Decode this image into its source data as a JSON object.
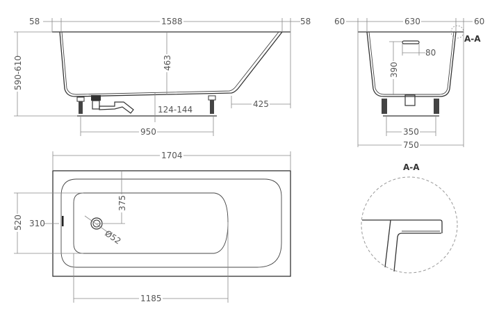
{
  "drawing": {
    "subject": "Bathtub technical drawing",
    "side_view": {
      "dims": {
        "left_rim": "58",
        "length_inner": "1588",
        "right_rim": "58",
        "height": "590-610",
        "depth": "463",
        "leg_height": "124-144",
        "leg_span": "950",
        "slope_offset": "425"
      }
    },
    "end_view": {
      "dims": {
        "left_rim": "60",
        "width_inner": "630",
        "right_rim": "60",
        "section_ref": "A-A",
        "overflow_width": "80",
        "overflow_height": "390",
        "leg_span": "350",
        "total_width": "750"
      }
    },
    "top_view": {
      "dims": {
        "total_length": "1704",
        "drain_from_edge": "375",
        "inner_width": "520",
        "drain_from_end": "310",
        "drain_diameter": "Ø52",
        "inner_length": "1185"
      }
    },
    "detail": {
      "title": "A-A"
    }
  }
}
